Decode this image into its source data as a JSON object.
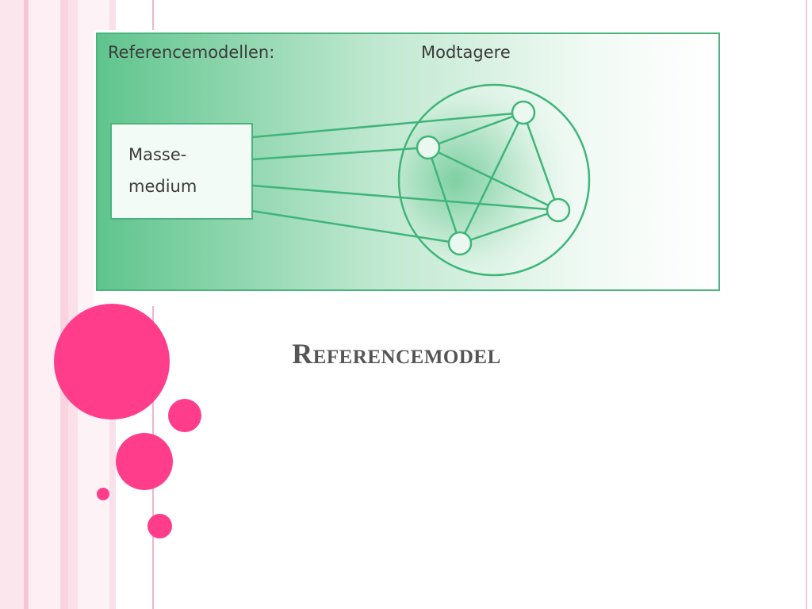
{
  "diagram": {
    "label_model": "Referencemodellen:",
    "label_receivers": "Modtagere",
    "label_source_line1": "Masse-",
    "label_source_line2": "medium"
  },
  "slide": {
    "title": "Referencemodel"
  },
  "colors": {
    "accent": "#ff3d8b",
    "stroke_green": "#3fb57a",
    "panel_green": "#5fc48d"
  }
}
